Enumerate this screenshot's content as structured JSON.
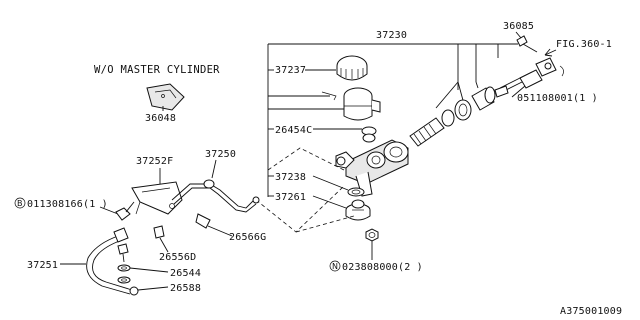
{
  "note_title": "W/O MASTER CYLINDER",
  "parts": {
    "p37230": "37230",
    "p36085": "36085",
    "fig": "FIG.360-1",
    "p37237": "37237",
    "p051108001": "051108001(1 )",
    "p36048": "36048",
    "p26454c": "26454C",
    "p37252f": "37252F",
    "p37250": "37250",
    "p37238": "37238",
    "p37261": "37261",
    "p011308166": "011308166(1 )",
    "p26566g": "26566G",
    "p26556d": "26556D",
    "p37251": "37251",
    "p26544": "26544",
    "p26588": "26588",
    "p023808000": "023808000(2 )",
    "circle_b": "B",
    "circle_n": "N"
  },
  "diagram_id": "A375001009"
}
